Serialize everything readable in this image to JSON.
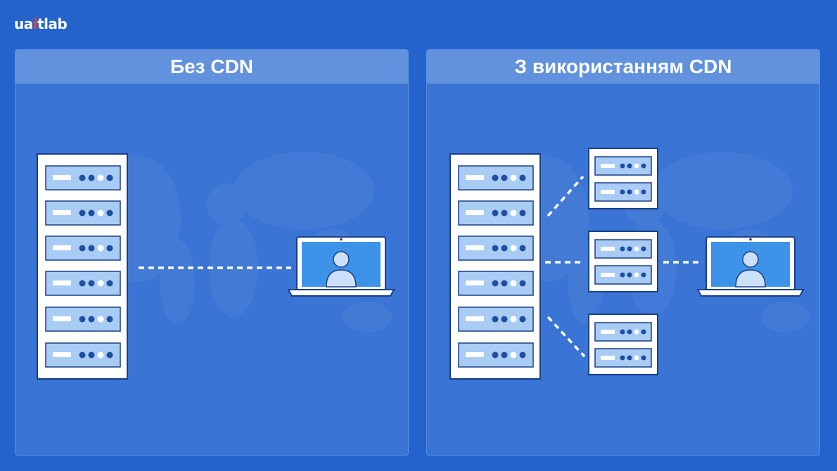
{
  "brand": {
    "logo_pre": "ua",
    "logo_accent": "i",
    "logo_post": "tlab"
  },
  "panels": {
    "left": {
      "title": "Без CDN"
    },
    "right": {
      "title": "З використанням CDN"
    }
  },
  "colors": {
    "background": "#2563cc",
    "panel": "#3a74d4",
    "panel_header": "#6291dd",
    "server_fill": "#ffffff",
    "server_slot": "#a9ccf5",
    "server_dot": "#1f4ea3",
    "screen": "#3d93e8",
    "link_line": "#ffffff"
  }
}
